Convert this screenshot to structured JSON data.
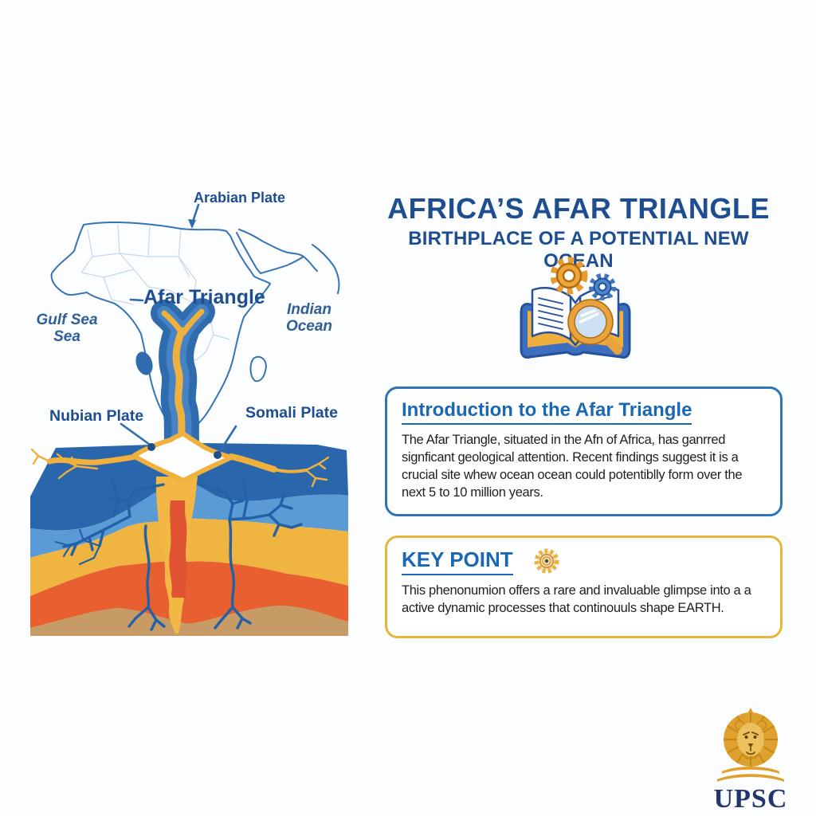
{
  "colors": {
    "bg": "#FCFDFE",
    "navy": "#1E4E91",
    "link-blue": "#1A67B5",
    "border-blue": "#2E75B6",
    "border-gold": "#E9B63C",
    "body-text": "#1F1F1F",
    "map-line": "#3574B5",
    "map-faint": "#C3D8EB",
    "sea-text": "#2E5F96",
    "rift-dark": "#2E6CAE",
    "rift-mid": "#4583C4",
    "gold": "#EFB03E",
    "layer-dark": "#2A66AC",
    "layer-light": "#5B9BD5",
    "layer-gold": "#F0B441",
    "layer-orange": "#E8602F",
    "layer-tan": "#C69B66",
    "magma-yellow": "#F2B843",
    "magma-red": "#E05434",
    "crack-blue": "#2260A8",
    "lion-gold": "#DFA12E",
    "lion-line": "#C4881C",
    "logo-navy": "#24356E",
    "white": "#FDFDFE"
  },
  "header": {
    "title": "AFRICA’S AFAR TRIANGLE",
    "subtitle": "BIRTHPLACE OF A POTENTIAL NEW OCEAN"
  },
  "map": {
    "labels": {
      "arabian_plate": "Arabian Plate",
      "afar_triangle": "Afar Triangle",
      "gulf_sea": [
        "Gulf Sea",
        "Sea"
      ],
      "indian_ocean": [
        "Indian",
        "Ocean"
      ],
      "nubian_plate": "Nubian Plate",
      "somali_plate": "Somali Plate"
    }
  },
  "intro_box": {
    "heading": "Introduction to the Afar Triangle",
    "body": "The Afar Triangle, situated in the Afn of Africa, has ganrred signficant geological attention. Recent findings suggest it is a crucial site whew ocean ocean could potentiblly form over the next 5 to 10 million years."
  },
  "key_point_box": {
    "heading": "KEY POINT",
    "body": "This phenonumion offers a rare and invaluable glimpse into a a active dynamic processes that continouuls shape EARTH."
  },
  "logo": {
    "text": "UPSC"
  },
  "icons": {
    "book": "open-book-with-gears-and-magnifier",
    "badge": "gold-rosette-seal",
    "lion": "upsc-lion-emblem"
  }
}
